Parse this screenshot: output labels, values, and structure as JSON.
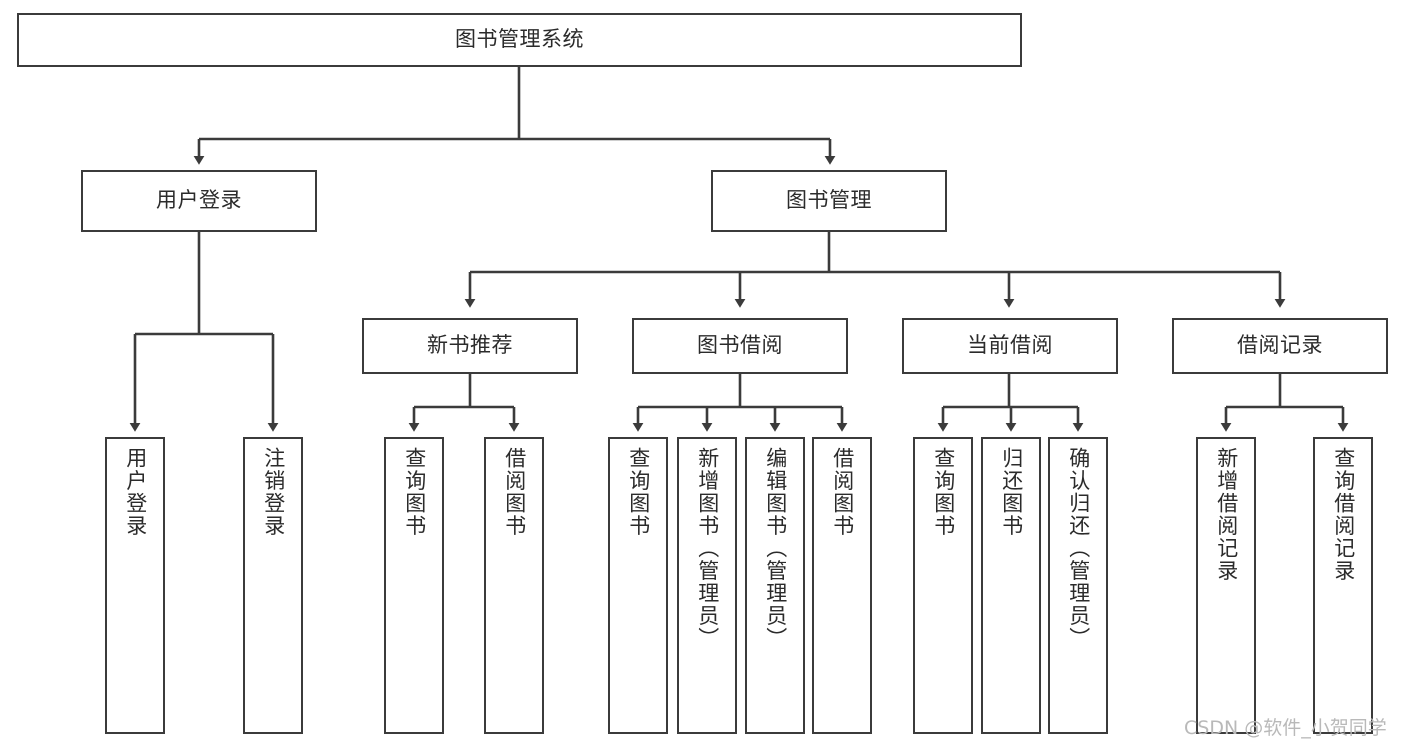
{
  "diagram": {
    "title": "图书管理系统",
    "type": "hierarchy-tree",
    "watermark": "CSDN @软件_小贺同学",
    "colors": {
      "background": "#ffffff",
      "box_border": "#3b3b3b",
      "box_fill": "#ffffff",
      "connector": "#3b3b3b",
      "text": "#2b2b2b",
      "watermark": "#b9b9b9"
    },
    "root": {
      "label": "图书管理系统"
    },
    "level2": [
      {
        "id": "user-login",
        "label": "用户登录"
      },
      {
        "id": "book-management",
        "label": "图书管理"
      }
    ],
    "level3": [
      {
        "id": "new-book-recommend",
        "label": "新书推荐"
      },
      {
        "id": "book-borrow",
        "label": "图书借阅"
      },
      {
        "id": "current-borrow",
        "label": "当前借阅"
      },
      {
        "id": "borrow-record",
        "label": "借阅记录"
      }
    ],
    "leaves": {
      "user_login": [
        {
          "id": "leaf-user-login",
          "label": "用户登录"
        },
        {
          "id": "leaf-logout",
          "label": "注销登录"
        }
      ],
      "new_book_recommend": [
        {
          "id": "leaf-query-book-1",
          "label": "查询图书"
        },
        {
          "id": "leaf-borrow-book-1",
          "label": "借阅图书"
        }
      ],
      "book_borrow": [
        {
          "id": "leaf-query-book-2",
          "label": "查询图书"
        },
        {
          "id": "leaf-add-book",
          "label": "新增图书（管理员）"
        },
        {
          "id": "leaf-edit-book",
          "label": "编辑图书（管理员）"
        },
        {
          "id": "leaf-borrow-book-2",
          "label": "借阅图书"
        }
      ],
      "current_borrow": [
        {
          "id": "leaf-query-book-3",
          "label": "查询图书"
        },
        {
          "id": "leaf-return-book",
          "label": "归还图书"
        },
        {
          "id": "leaf-confirm-return",
          "label": "确认归还（管理员）"
        }
      ],
      "borrow_record": [
        {
          "id": "leaf-add-record",
          "label": "新增借阅记录"
        },
        {
          "id": "leaf-query-record",
          "label": "查询借阅记录"
        }
      ]
    }
  }
}
